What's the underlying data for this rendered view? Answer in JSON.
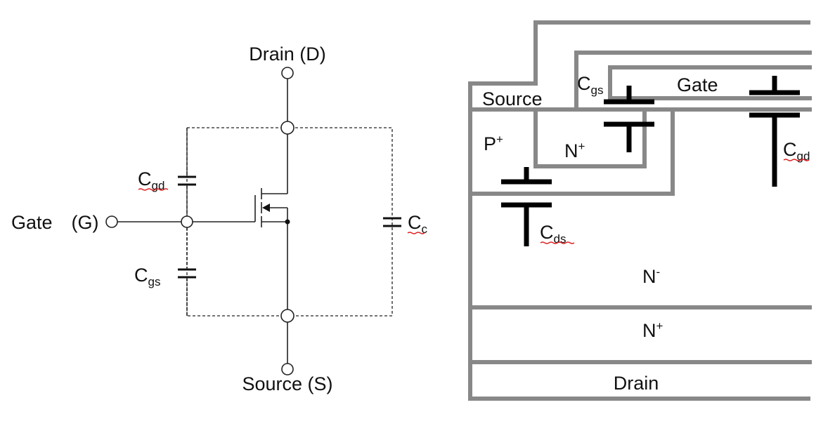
{
  "circuit": {
    "drain_terminal": "Drain (D)",
    "source_terminal": "Source (S)",
    "gate_terminal": "Gate　(G)",
    "cgd": {
      "main": "C",
      "sub": "gd"
    },
    "cgs": {
      "main": "C",
      "sub": "gs"
    },
    "cds_clipped": {
      "main": "C",
      "sub": "c"
    }
  },
  "cross_section": {
    "source": "Source",
    "gate": "Gate",
    "p_plus": {
      "main": "P",
      "sup": "+"
    },
    "n_plus_top": {
      "main": "N",
      "sup": "+"
    },
    "n_minus": {
      "main": "N",
      "sup": "-"
    },
    "n_plus_bottom": {
      "main": "N",
      "sup": "+"
    },
    "drain": "Drain",
    "cgs": {
      "main": "C",
      "sub": "gs"
    },
    "cgd": {
      "main": "C",
      "sub": "gd"
    },
    "cds": {
      "main": "C",
      "sub": "ds"
    }
  },
  "colors": {
    "layer_lines": "#888888",
    "capacitor": "#000000",
    "spellcheck_underline": "#dd2222"
  }
}
